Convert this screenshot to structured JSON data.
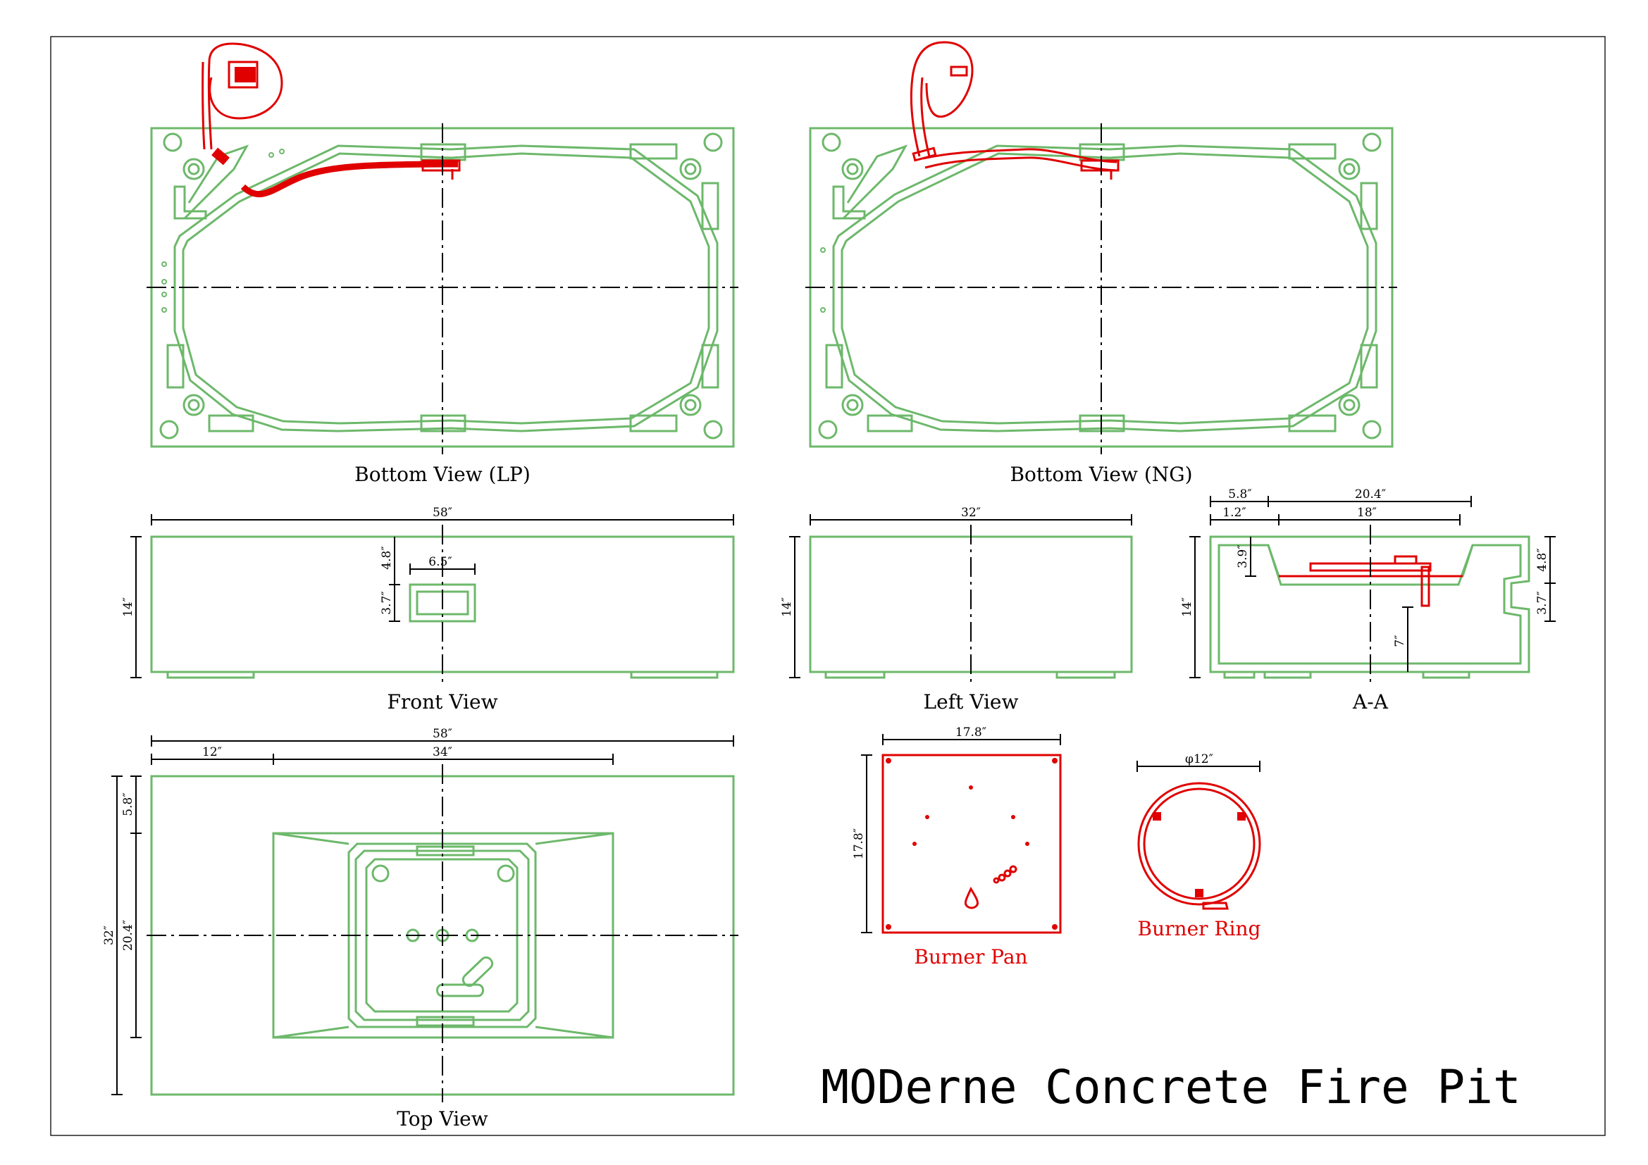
{
  "title": "MODerne Concrete Fire Pit",
  "views": {
    "bottom_lp": "Bottom View (LP)",
    "bottom_ng": "Bottom View (NG)",
    "front": "Front View",
    "left": "Left View",
    "section": "A-A",
    "top": "Top View",
    "burner_pan": "Burner Pan",
    "burner_ring": "Burner Ring"
  },
  "dims": {
    "front_width": "58″",
    "front_height": "14″",
    "front_opening_w": "6.5″",
    "front_opening_top": "4.8″",
    "front_opening_h": "3.7″",
    "left_width": "32″",
    "left_height": "14″",
    "sec_a": "5.8″",
    "sec_b": "20.4″",
    "sec_c": "1.2″",
    "sec_d": "18″",
    "sec_depth": "3.9″",
    "sec_height": "14″",
    "sec_right_top": "4.8″",
    "sec_right_open": "3.7″",
    "sec_inner": "7″",
    "top_width": "58″",
    "top_left": "12″",
    "top_opening": "34″",
    "top_depth": "32″",
    "top_front": "5.8″",
    "top_open_depth": "20.4″",
    "pan_w": "17.8″",
    "pan_h": "17.8″",
    "ring_d": "φ12″"
  },
  "colors": {
    "concrete": "#6db86b",
    "burner": "#e00000"
  }
}
